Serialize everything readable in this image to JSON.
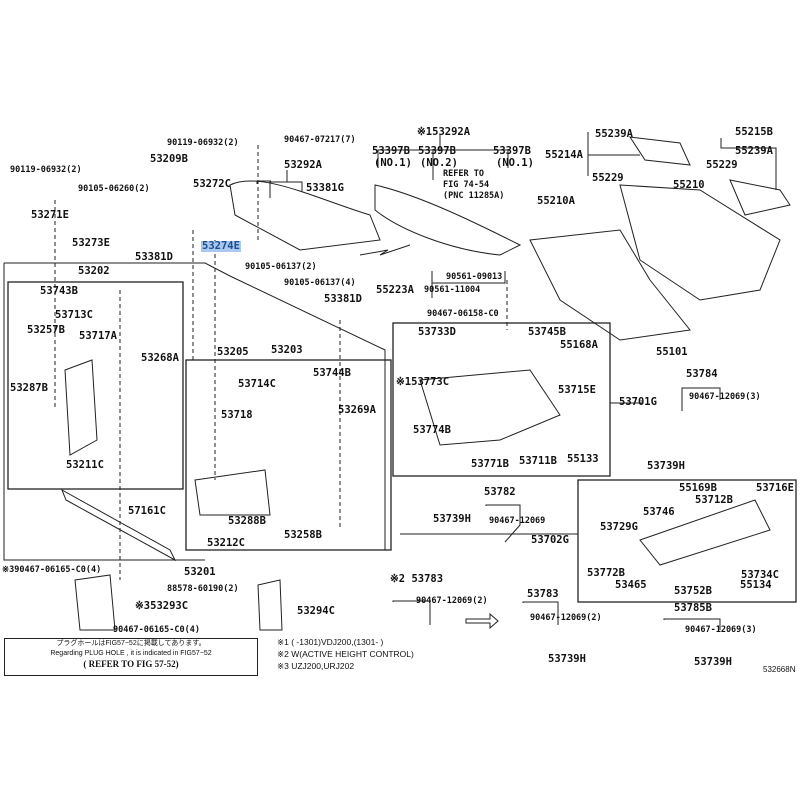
{
  "diagram": {
    "figure_id": "532668N",
    "highlighted_part": "53274E",
    "labels": {
      "p90119_06932_a": "90119-06932(2)",
      "p90119_06932_b": "90119-06932(2)",
      "p53209B": "53209B",
      "p90105_06260": "90105-06260(2)",
      "p53272C": "53272C",
      "p53271E": "53271E",
      "p53273E": "53273E",
      "p53274E": "53274E",
      "p53381D_a": "53381D",
      "p90467_07217": "90467-07217(7)",
      "p53292A": "53292A",
      "p53381G": "53381G",
      "p90105_06137_2": "90105-06137(2)",
      "p90105_06137_4": "90105-06137(4)",
      "p53381D_b": "53381D",
      "p153292A": "※153292A",
      "p53397B_1a": "53397B",
      "p53397B_1a_no": "(NO.1)",
      "p53397B_2": "53397B",
      "p53397B_2_no": "(NO.2)",
      "p53397B_1b": "53397B",
      "p53397B_1b_no": "(NO.1)",
      "refer_fig_1": "REFER TO",
      "refer_fig_2": "FIG 74-54",
      "refer_fig_3": "(PNC 11285A)",
      "p55223A": "55223A",
      "p90561_09013": "90561-09013",
      "p90561_11004": "90561-11004",
      "p90467_06158": "90467-06158-C0",
      "p55239A_a": "55239A",
      "p55214A": "55214A",
      "p55229_a": "55229",
      "p55215B": "55215B",
      "p55239A_b": "55239A",
      "p55229_b": "55229",
      "p55210A": "55210A",
      "p55210": "55210",
      "p55101": "55101",
      "p53202": "53202",
      "p53743B": "53743B",
      "p53713C": "53713C",
      "p53257B": "53257B",
      "p53717A": "53717A",
      "p53268A": "53268A",
      "p53287B": "53287B",
      "p53211C": "53211C",
      "p53205": "53205",
      "p53203": "53203",
      "p53714C": "53714C",
      "p53744B": "53744B",
      "p53718": "53718",
      "p53269A": "53269A",
      "p53288B": "53288B",
      "p53258B": "53258B",
      "p53212C": "53212C",
      "p57161C": "57161C",
      "p53201": "53201",
      "p53733D": "53733D",
      "p53745B": "53745B",
      "p55168A": "55168A",
      "p153773C": "※153773C",
      "p53715E": "53715E",
      "p53774B": "53774B",
      "p53771B": "53771B",
      "p53711B": "53711B",
      "p55133": "55133",
      "p53701G": "53701G",
      "p53784": "53784",
      "p90467_12069_3a": "90467-12069(3)",
      "p53739H_a": "53739H",
      "p53782": "53782",
      "p53739H_b": "53739H",
      "p90467_12069": "90467-12069",
      "p53702G": "53702G",
      "p55169B": "55169B",
      "p53716E": "53716E",
      "p53712B": "53712B",
      "p53746": "53746",
      "p53729G": "53729G",
      "p53772B": "53772B",
      "p53734C": "53734C",
      "p53465": "53465",
      "p53752B": "53752B",
      "p55134": "55134",
      "p390467_06165": "※390467-06165-C0(4)",
      "p88578_60190": "88578-60190(2)",
      "p353293C": "※353293C",
      "p90467_06165": "90467-06165-C0(4)",
      "p53294C": "53294C",
      "p253783": "※2 53783",
      "p90467_12069_2a": "90467-12069(2)",
      "p53783": "53783",
      "p90467_12069_2b": "90467-12069(2)",
      "p53739H_c": "53739H",
      "p53785B": "53785B",
      "p90467_12069_3b": "90467-12069(3)",
      "p53739H_d": "53739H"
    },
    "notes": {
      "n1": "※1 (      -1301)VDJ200,(1301-      )",
      "n2": "※2 W(ACTIVE HEIGHT CONTROL)",
      "n3": "※3 UZJ200,URJ202"
    },
    "plug_hole_note": {
      "japanese": "プラグホールはFIG57−52に掲載してあります。",
      "english": "Regarding PLUG HOLE , it is indicated in FIG57−52",
      "reference": "( REFER TO FIG 57-52)"
    }
  }
}
